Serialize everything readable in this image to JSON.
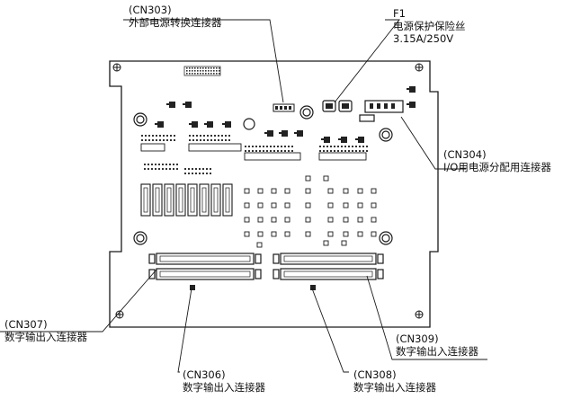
{
  "labels": {
    "cn303": {
      "id": "(CN303)",
      "desc": "外部电源转换连接器"
    },
    "f1": {
      "id": "F1",
      "desc": "电源保护保险丝",
      "rating": "3.15A/250V"
    },
    "cn304": {
      "id": "(CN304)",
      "desc": "I/O用电源分配用连接器"
    },
    "cn307": {
      "id": "(CN307)",
      "desc": "数字输出入连接器"
    },
    "cn309": {
      "id": "(CN309)",
      "desc": "数字输出入连接器"
    },
    "cn306": {
      "id": "(CN306)",
      "desc": "数字输出入连接器"
    },
    "cn308": {
      "id": "(CN308)",
      "desc": "数字输出入连接器"
    }
  },
  "colors": {
    "line": "#1a1a1a",
    "board_fill": "#ffffff",
    "dark": "#222222"
  }
}
